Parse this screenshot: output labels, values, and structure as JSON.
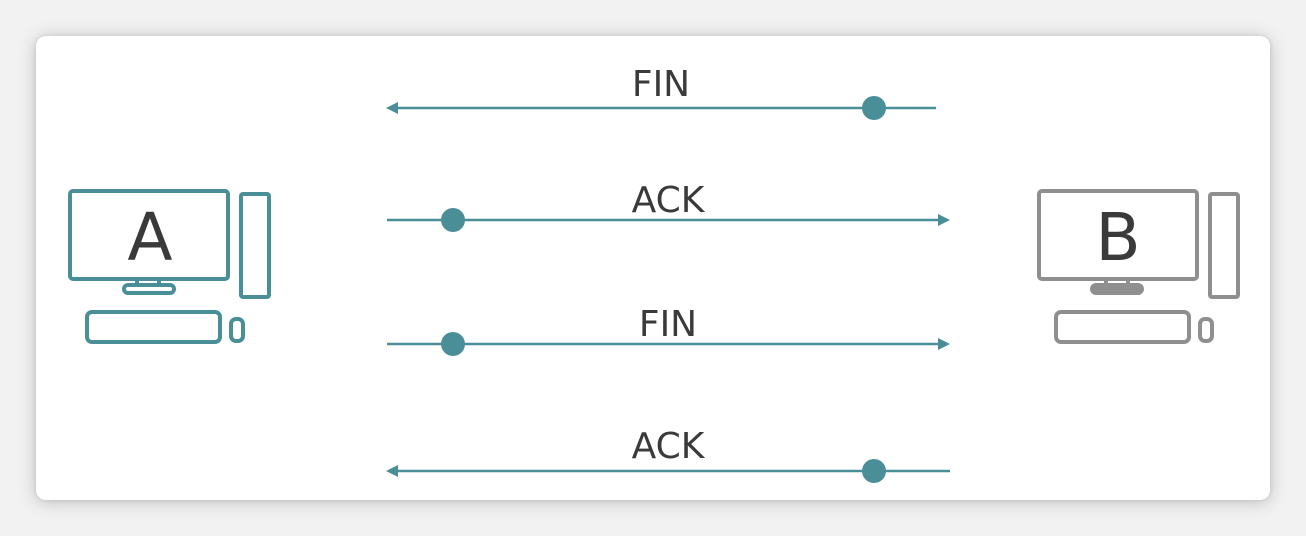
{
  "colors": {
    "accent": "#4a8f98",
    "host_b": "#8f8f8f",
    "text": "#3a3a3a"
  },
  "hosts": {
    "a": {
      "label": "A",
      "icon": "desktop-computer-icon"
    },
    "b": {
      "label": "B",
      "icon": "desktop-computer-icon"
    }
  },
  "messages": [
    {
      "label": "FIN",
      "direction": "B-to-A"
    },
    {
      "label": "ACK",
      "direction": "A-to-B"
    },
    {
      "label": "FIN",
      "direction": "A-to-B"
    },
    {
      "label": "ACK",
      "direction": "B-to-A"
    }
  ]
}
